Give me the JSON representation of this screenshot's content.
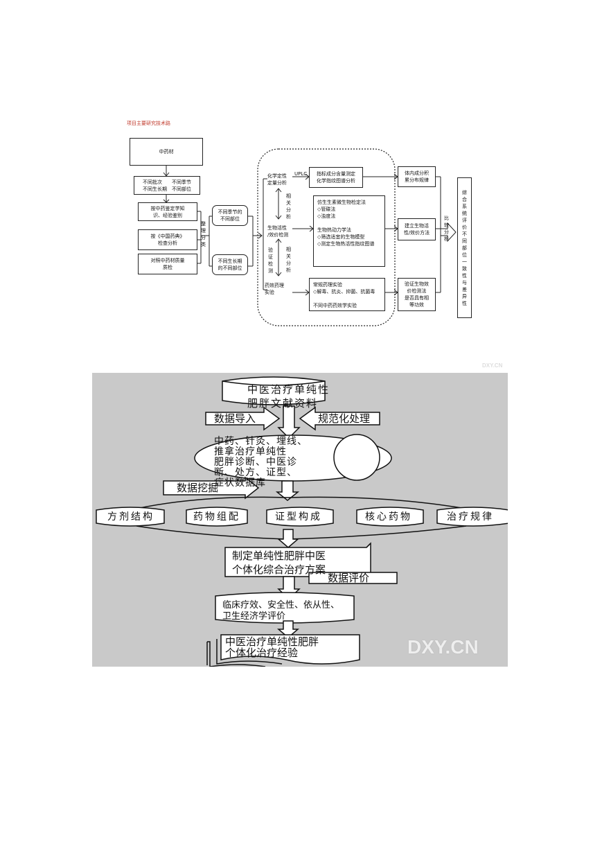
{
  "diagram1": {
    "caption": "项目主要研究技术路",
    "material": "中药材",
    "variation": "不同批次　　不同季节\n不同生长期　不同部位",
    "methods": [
      "按中药鉴定学知\n识、经验鉴别",
      "按《中国药典》\n检查分析",
      "对照中药材质量\n质检"
    ],
    "sort_label": "整\n理\n分\n类",
    "groups": [
      "不同季节的\n不同部位",
      "不同生长期\n的不同部位"
    ],
    "chem_label": "化学定性\n定量分析",
    "uplc": "UPLC",
    "uplc_result": "指标成分含量测定\n化学指纹图谱分析",
    "related1": "相关分析",
    "bio_label": "生物活性\n/效价检测",
    "verify": "验证检测",
    "related2": "相关分析",
    "pharm_label": "药效药理\n实验",
    "bio_box": "仿生生素微生物检定法\n◇管碟法\n◇浊度法\n\n生物热动力学法\n◇筛选适宜的生物模型\n◇测定生物热活性指纹图谱",
    "pharm_box": "常规药理实验\n◇解毒、抗炎、抑菌、抗菌毒\n\n不同中药药效学实验",
    "results": [
      "体内成分积\n累分布规律",
      "建立生物活\n性/效价方法",
      "验证生物效\n价检测法\n是否具有相\n等功效"
    ],
    "compare": "比较分析",
    "final": "综合系统评价不同部位一致性与差异性",
    "watermark": "DXY.CN"
  },
  "diagram2": {
    "source": "中医治疗单纯性\n肥胖文献资料",
    "import": "数据导入",
    "normalize": "规范化处理",
    "database": "中药、针灸、埋线、\n推拿治疗单纯性\n肥胖诊断、中医诊\n断、处方、证型、\n症状数据库",
    "mining": "数据挖掘",
    "outputs": [
      "方剂结构",
      "药物组配",
      "证型构成",
      "核心药物",
      "治疗规律"
    ],
    "plan": "制定单纯性肥胖中医\n个体化综合治疗方案",
    "evaluation": "数据评价",
    "evaluation_items": "临床疗效、安全性、依从性、\n卫生经济学评价",
    "experience": "中医治疗单纯性肥胖\n个体化治疗经验",
    "watermark": "DXY.CN"
  }
}
